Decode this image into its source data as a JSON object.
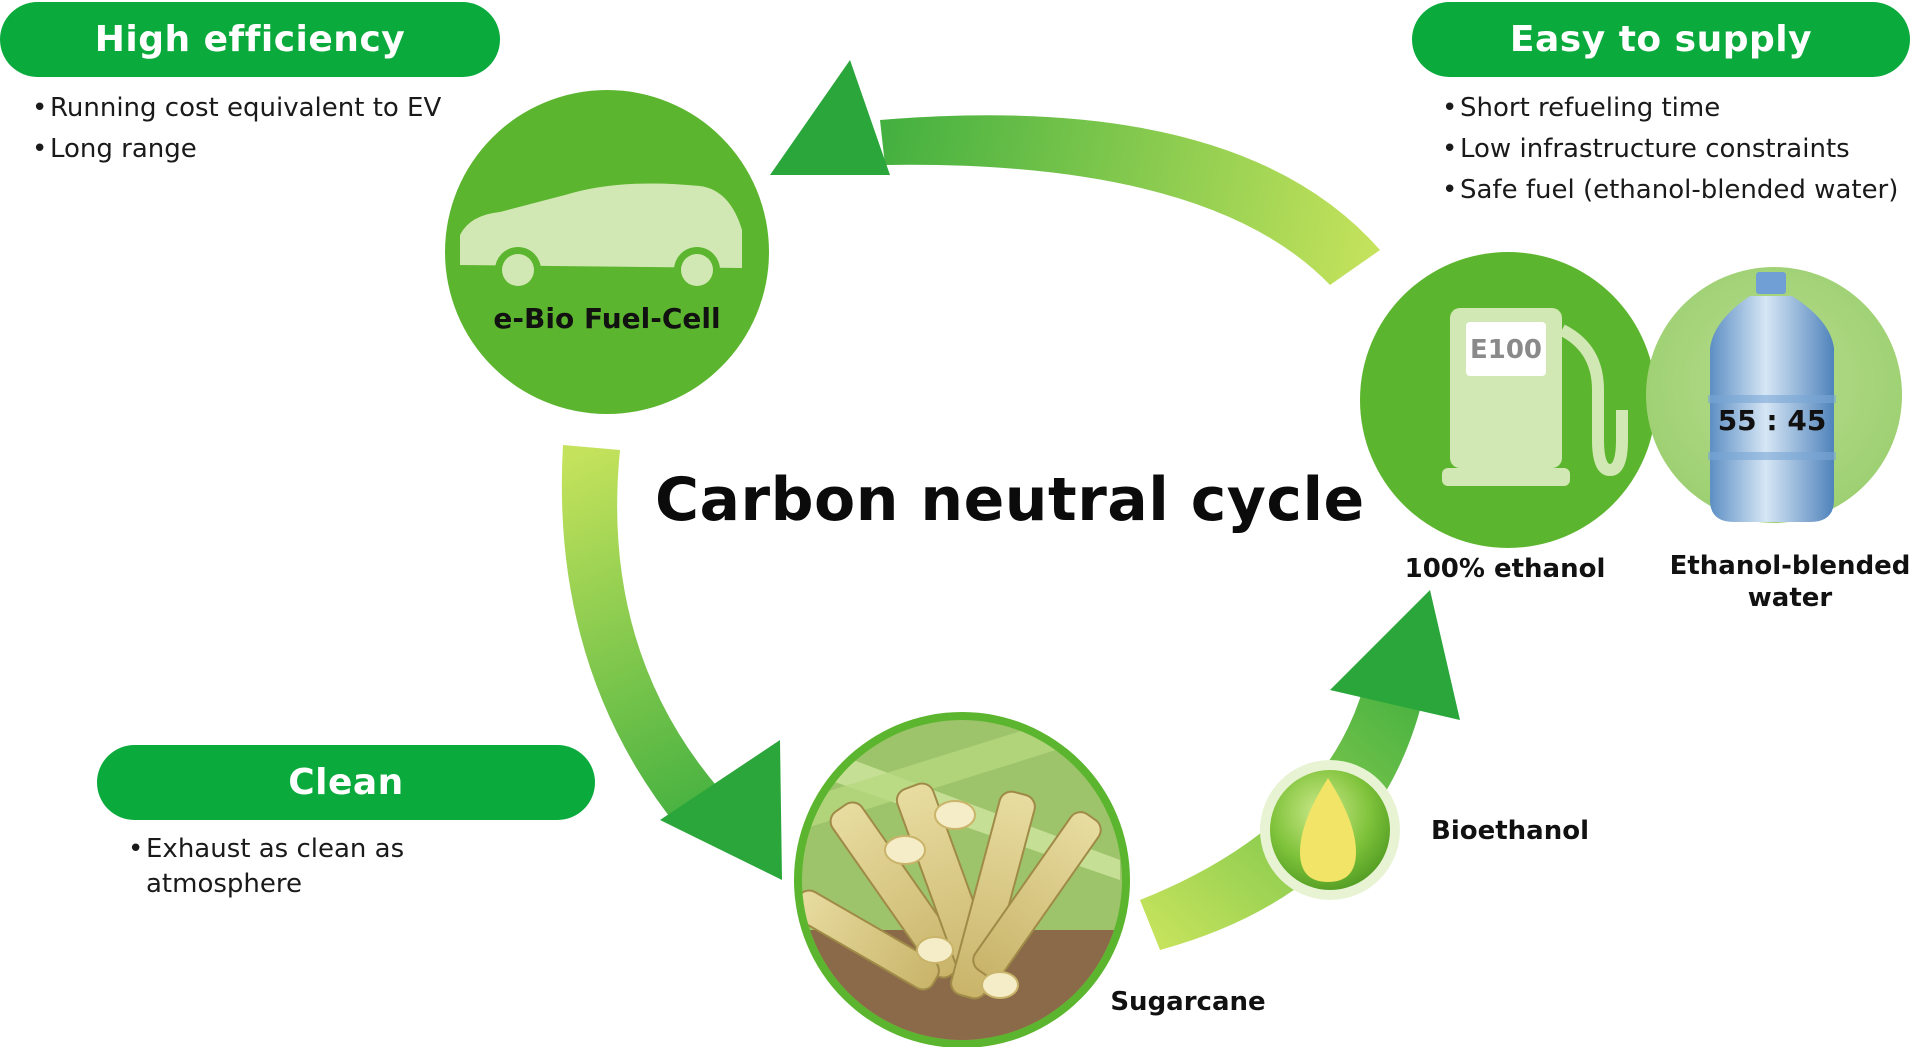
{
  "colors": {
    "pill_green": "#0aaa3c",
    "circle_green": "#5cb52e",
    "arrow_green_dark": "#2fa83a",
    "arrow_green_light": "#bde05a",
    "icon_pale": "#d2e8b4",
    "title_text": "#0b0b0b"
  },
  "title": "Carbon neutral cycle",
  "high_efficiency": {
    "heading": "High efficiency",
    "items": [
      "Running cost equivalent to EV",
      "Long range"
    ]
  },
  "easy_to_supply": {
    "heading": "Easy to supply",
    "items": [
      "Short refueling time",
      "Low infrastructure constraints",
      "Safe fuel (ethanol-blended water)"
    ]
  },
  "clean": {
    "heading": "Clean",
    "items": [
      "Exhaust as clean as",
      "atmosphere"
    ]
  },
  "nodes": {
    "car": {
      "label": "e-Bio Fuel-Cell",
      "icon": "car-icon"
    },
    "ethanol": {
      "label": "100% ethanol",
      "pump_text": "E100",
      "icon": "fuel-pump-icon"
    },
    "water": {
      "label_line1": "Ethanol-blended",
      "label_line2": "water",
      "ratio": "55 : 45",
      "icon": "water-jug-icon"
    },
    "bioethanol": {
      "label": "Bioethanol",
      "icon": "droplet-icon"
    },
    "sugarcane": {
      "label": "Sugarcane",
      "icon": "sugarcane-image"
    }
  }
}
